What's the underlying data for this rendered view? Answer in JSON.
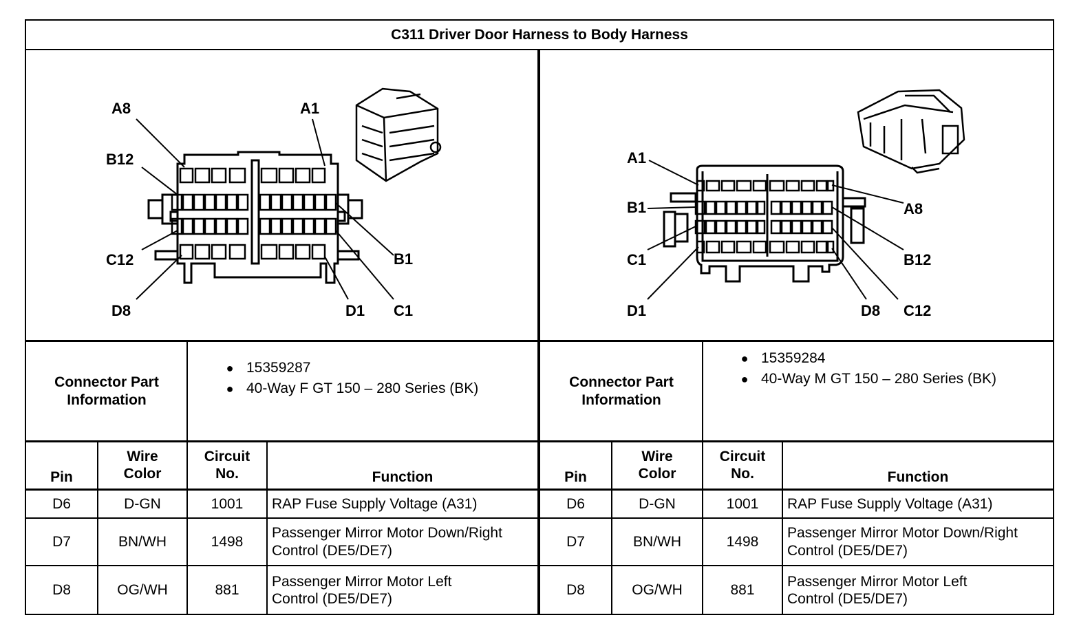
{
  "title": "C311 Driver Door Harness to Body Harness",
  "left_connector": {
    "pin_labels": [
      "A8",
      "A1",
      "B12",
      "B1",
      "C12",
      "C1",
      "D8",
      "D1"
    ],
    "info_label": "Connector Part Information",
    "info_items": [
      "15359287",
      "40-Way F GT 150 – 280 Series (BK)"
    ]
  },
  "right_connector": {
    "pin_labels": [
      "A1",
      "A8",
      "B1",
      "B12",
      "C1",
      "C12",
      "D1",
      "D8"
    ],
    "info_label": "Connector Part Information",
    "info_items": [
      "15359284",
      "40-Way M GT 150 – 280 Series (BK)"
    ]
  },
  "table_headers": {
    "pin": "Pin",
    "wire_color": "Wire Color",
    "circuit_no": "Circuit No.",
    "function": "Function"
  },
  "left_rows": [
    {
      "pin": "D6",
      "wire": "D-GN",
      "circuit": "1001",
      "function": "RAP Fuse Supply Voltage (A31)"
    },
    {
      "pin": "D7",
      "wire": "BN/WH",
      "circuit": "1498",
      "function": "Passenger Mirror Motor Down/Right Control (DE5/DE7)"
    },
    {
      "pin": "D8",
      "wire": "OG/WH",
      "circuit": "881",
      "function": "Passenger Mirror Motor Left Control (DE5/DE7)"
    }
  ],
  "right_rows": [
    {
      "pin": "D6",
      "wire": "D-GN",
      "circuit": "1001",
      "function": "RAP Fuse Supply Voltage (A31)"
    },
    {
      "pin": "D7",
      "wire": "BN/WH",
      "circuit": "1498",
      "function": "Passenger Mirror Motor Down/Right Control (DE5/DE7)"
    },
    {
      "pin": "D8",
      "wire": "OG/WH",
      "circuit": "881",
      "function": "Passenger Mirror Motor Left Control (DE5/DE7)"
    }
  ]
}
